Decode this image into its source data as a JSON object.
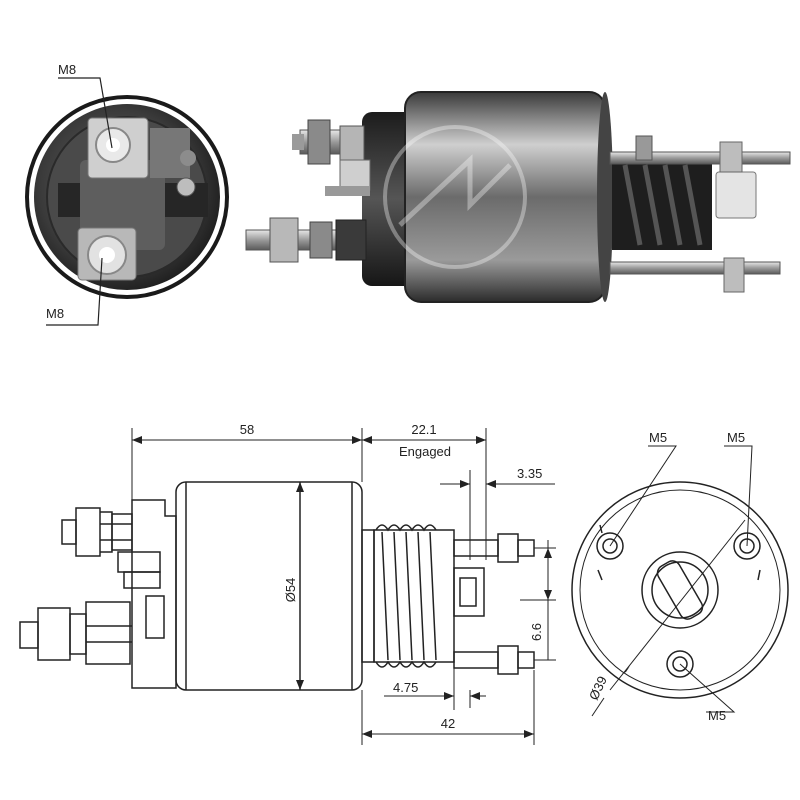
{
  "photo_end_view": {
    "terminal_top_label": "M8",
    "terminal_bottom_label": "M8"
  },
  "drawing_side_view": {
    "dim_body_length": "58",
    "dim_plunger_travel": "22.1",
    "dim_plunger_note": "Engaged",
    "dim_gap": "3.35",
    "dim_diameter": "Ø54",
    "dim_stud_spacing": "6.6",
    "dim_offset": "4.75",
    "dim_overall": "42"
  },
  "drawing_end_view": {
    "stud_top_left": "M5",
    "stud_top_right": "M5",
    "stud_bottom": "M5",
    "pitch_diameter": "Ø39"
  },
  "colors": {
    "line": "#222222",
    "dark_metal": "#2a2a2a",
    "mid_metal": "#8a8a8a",
    "light_metal": "#d8d8d8"
  }
}
